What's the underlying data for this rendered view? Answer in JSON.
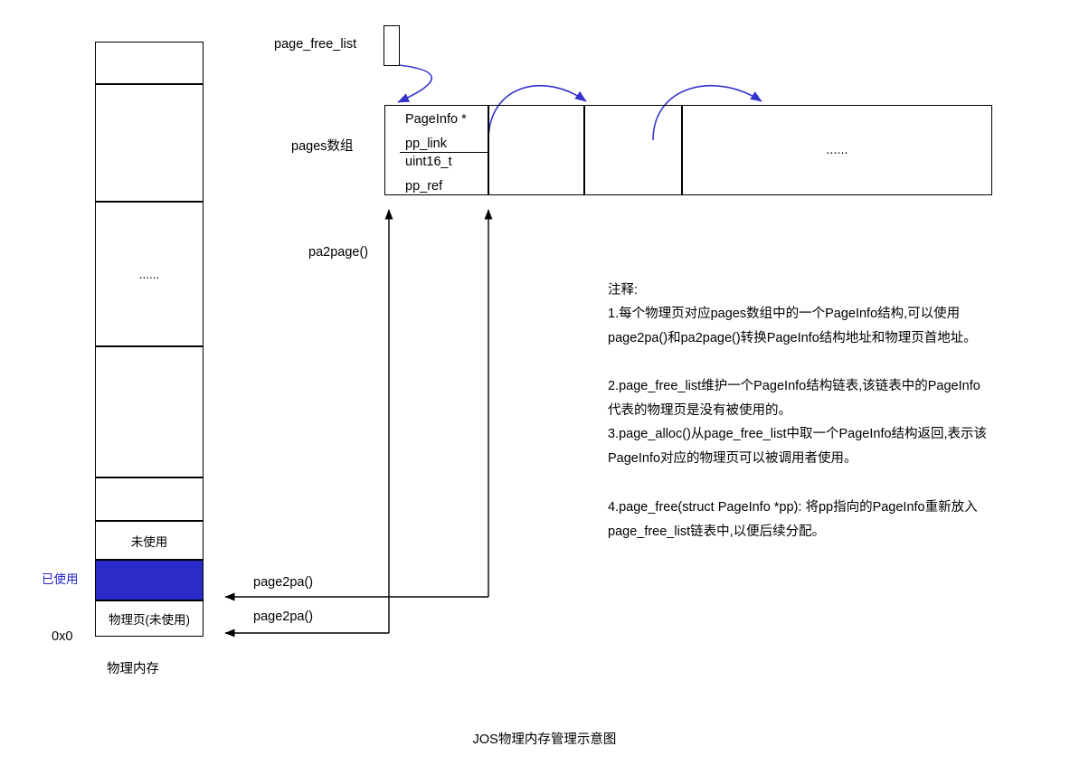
{
  "figure": {
    "caption": "JOS物理内存管理示意图"
  },
  "memory": {
    "label_under": "物理内存",
    "zero_label": "0x0",
    "used_side_label": "已使用",
    "cells": [
      {
        "text": ""
      },
      {
        "text": ""
      },
      {
        "text": "......"
      },
      {
        "text": ""
      },
      {
        "text": "未使用"
      },
      {
        "text": ""
      },
      {
        "text": "物理页(未使用)"
      }
    ]
  },
  "page_free_list": {
    "label": "page_free_list"
  },
  "pages_array": {
    "label": "pages数组",
    "entry_fields": [
      "PageInfo *",
      "pp_link",
      "uint16_t",
      "pp_ref"
    ],
    "ellipsis": "......"
  },
  "functions": {
    "pa2page": "pa2page()",
    "page2pa_upper": "page2pa()",
    "page2pa_lower": "page2pa()"
  },
  "notes": {
    "title": "注释:",
    "items": [
      "1.每个物理页对应pages数组中的一个PageInfo结构,可以使用page2pa()和pa2page()转换PageInfo结构地址和物理页首地址。",
      "2.page_free_list维护一个PageInfo结构链表,该链表中的PageInfo代表的物理页是没有被使用的。",
      "3.page_alloc()从page_free_list中取一个PageInfo结构返回,表示该PageInfo对应的物理页可以被调用者使用。",
      "4.page_free(struct PageInfo *pp): 将pp指向的PageInfo重新放入page_free_list链表中,以便后续分配。"
    ]
  },
  "colors": {
    "arrow": "#3333cc",
    "used_fill": "#2B2BC8",
    "used_text": "#2222cc",
    "stroke": "#000000"
  }
}
